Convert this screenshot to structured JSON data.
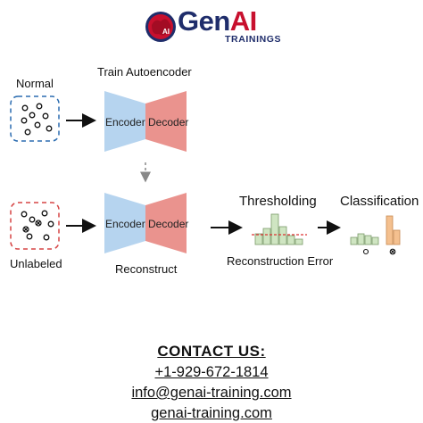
{
  "brand": {
    "name_gen": "Gen",
    "name_ai": "AI",
    "subtitle": "TRAININGS",
    "badge": "AI"
  },
  "diagram": {
    "top_left_label": "Normal",
    "bottom_left_label": "Unlabeled",
    "train_title": "Train Autoencoder",
    "reconstruct_label": "Reconstruct",
    "encoder_label": "Encoder",
    "decoder_label": "Decoder",
    "thresholding_title": "Thresholding",
    "classification_title": "Classification",
    "reconstruction_error_label": "Reconstruction Error",
    "colors": {
      "encoder": "#b6d4ef",
      "decoder": "#ea938e",
      "normal_border": "#2b6cb0",
      "unlabeled_border": "#d64545",
      "hist_green": "#cfe5c2",
      "hist_orange": "#f4c08f",
      "threshold": "#d33"
    }
  },
  "contact": {
    "heading": "CONTACT US:",
    "phone": "+1-929-672-1814",
    "email": " info@genai-training.com",
    "website": "genai-training.com"
  }
}
